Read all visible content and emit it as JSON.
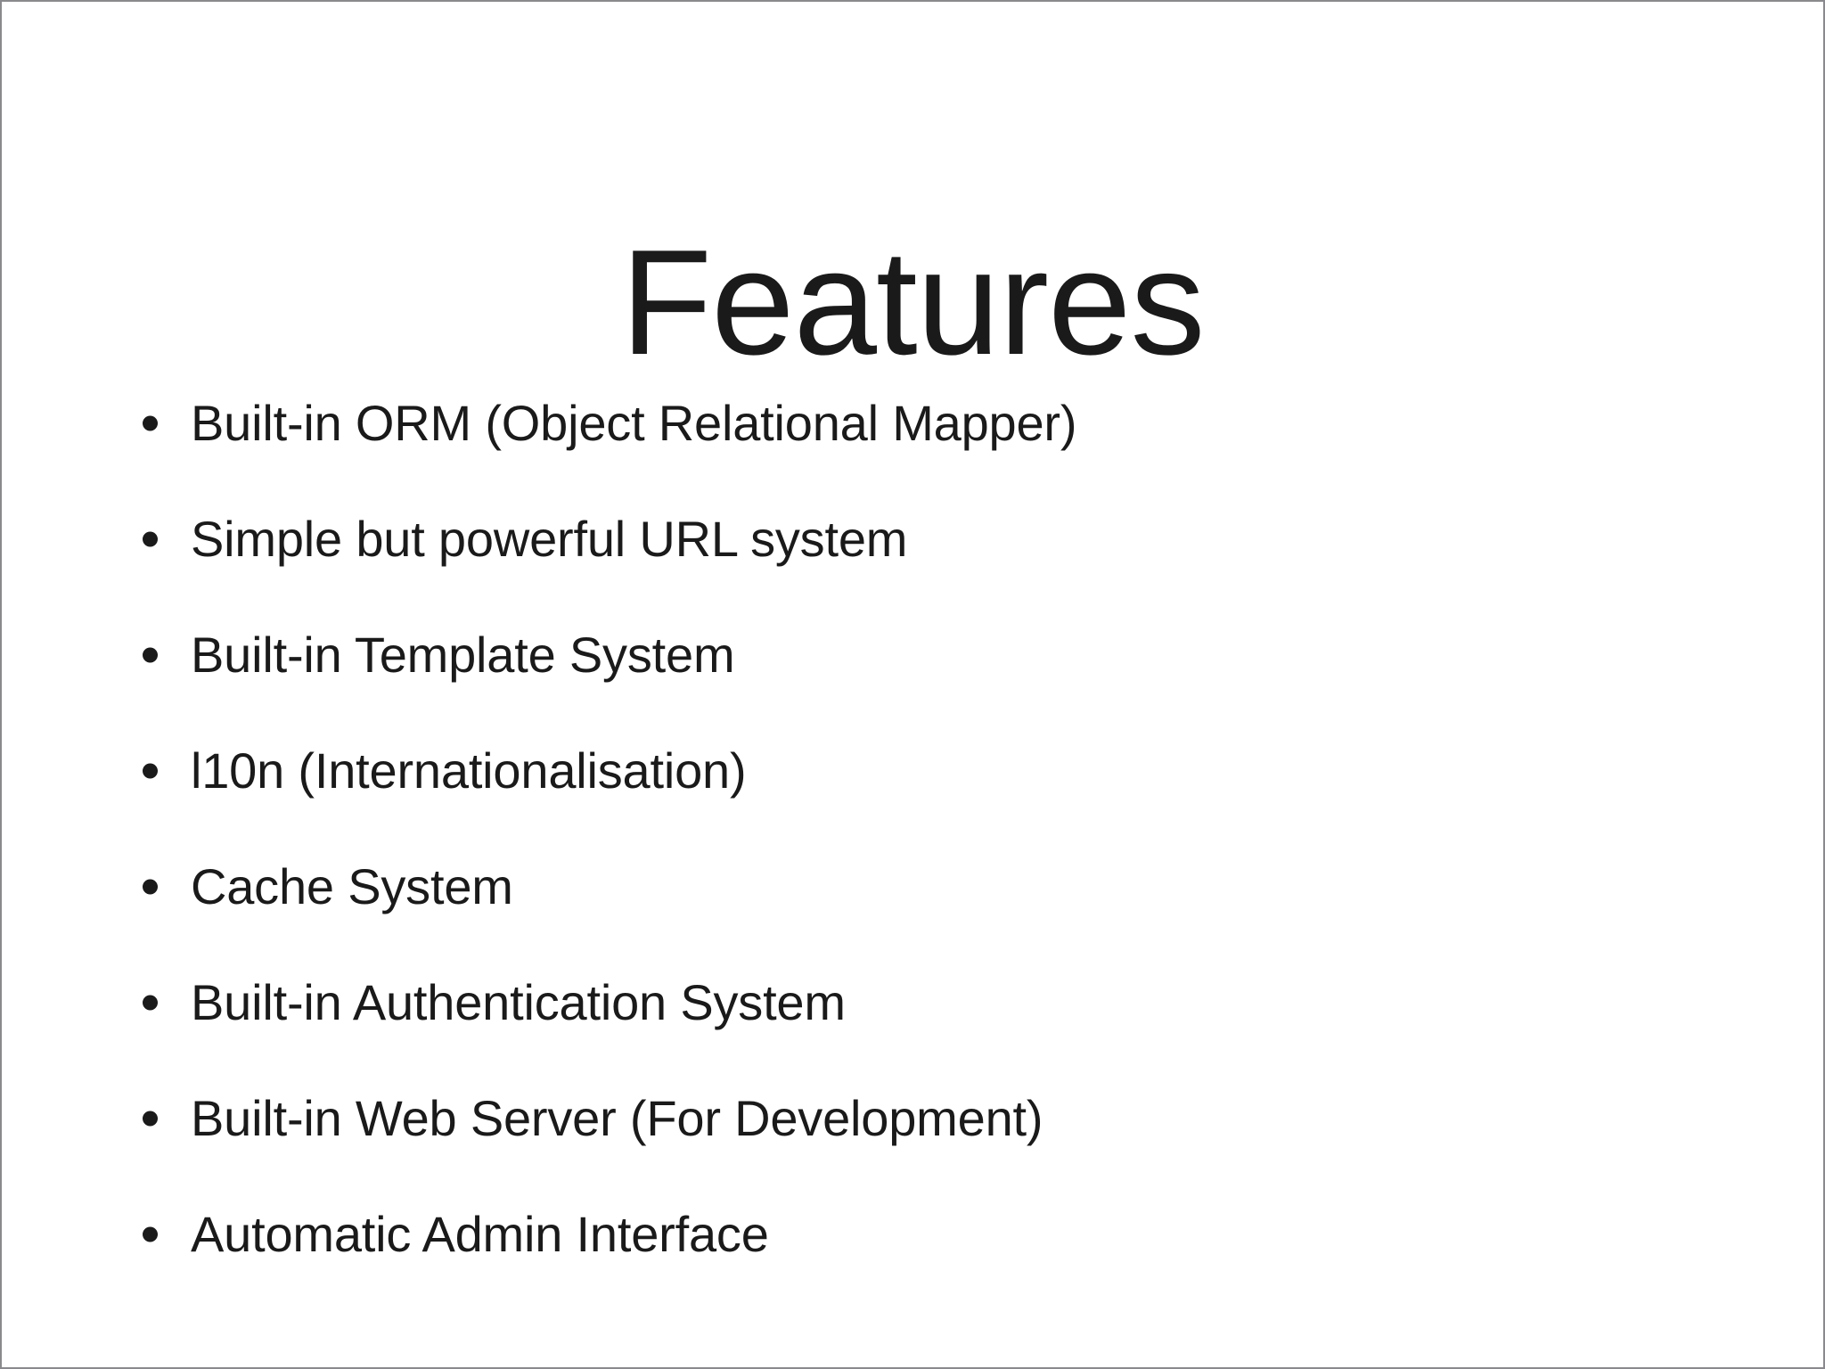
{
  "slide": {
    "title": "Features",
    "background_color": "#ffffff",
    "text_color": "#1a1a1a",
    "border_color": "#8a8a8e",
    "bullet_glyph": "filled-round-dot",
    "bullets": [
      {
        "text": "Built-in ORM (Object Relational Mapper)"
      },
      {
        "text": "Simple but powerful URL system"
      },
      {
        "text": "Built-in Template System"
      },
      {
        "text": "l10n (Internationalisation)"
      },
      {
        "text": "Cache System"
      },
      {
        "text": "Built-in Authentication System"
      },
      {
        "text": "Built-in Web Server (For Development)"
      },
      {
        "text": "Automatic Admin Interface"
      }
    ]
  }
}
